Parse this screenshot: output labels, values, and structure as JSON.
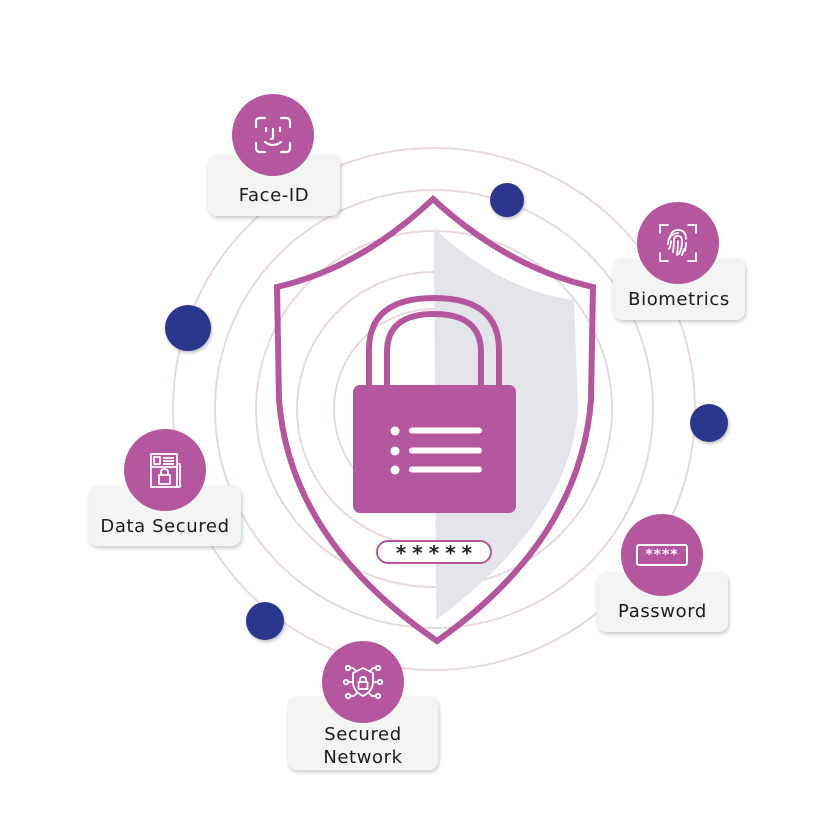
{
  "colors": {
    "brand_purple": "#b5579f",
    "dot_navy": "#2b378c",
    "ring_stroke": "#e8d9de",
    "shield_shade": "#e4e5ea",
    "card_bg": "#f4f4f5",
    "text": "#1b1b1b"
  },
  "center": {
    "icon": "padlock-icon",
    "shield_icon": "shield-icon",
    "password_mask": "*****"
  },
  "features": [
    {
      "id": "face-id",
      "label": "Face-ID",
      "icon": "face-id-icon"
    },
    {
      "id": "biometrics",
      "label": "Biometrics",
      "icon": "fingerprint-icon"
    },
    {
      "id": "data-secured",
      "label": "Data Secured",
      "icon": "secure-folder-icon"
    },
    {
      "id": "password",
      "label": "Password",
      "icon": "password-field-icon",
      "icon_text": "****"
    },
    {
      "id": "secured-network",
      "label_line1": "Secured",
      "label_line2": "Network",
      "icon": "network-shield-icon"
    }
  ]
}
